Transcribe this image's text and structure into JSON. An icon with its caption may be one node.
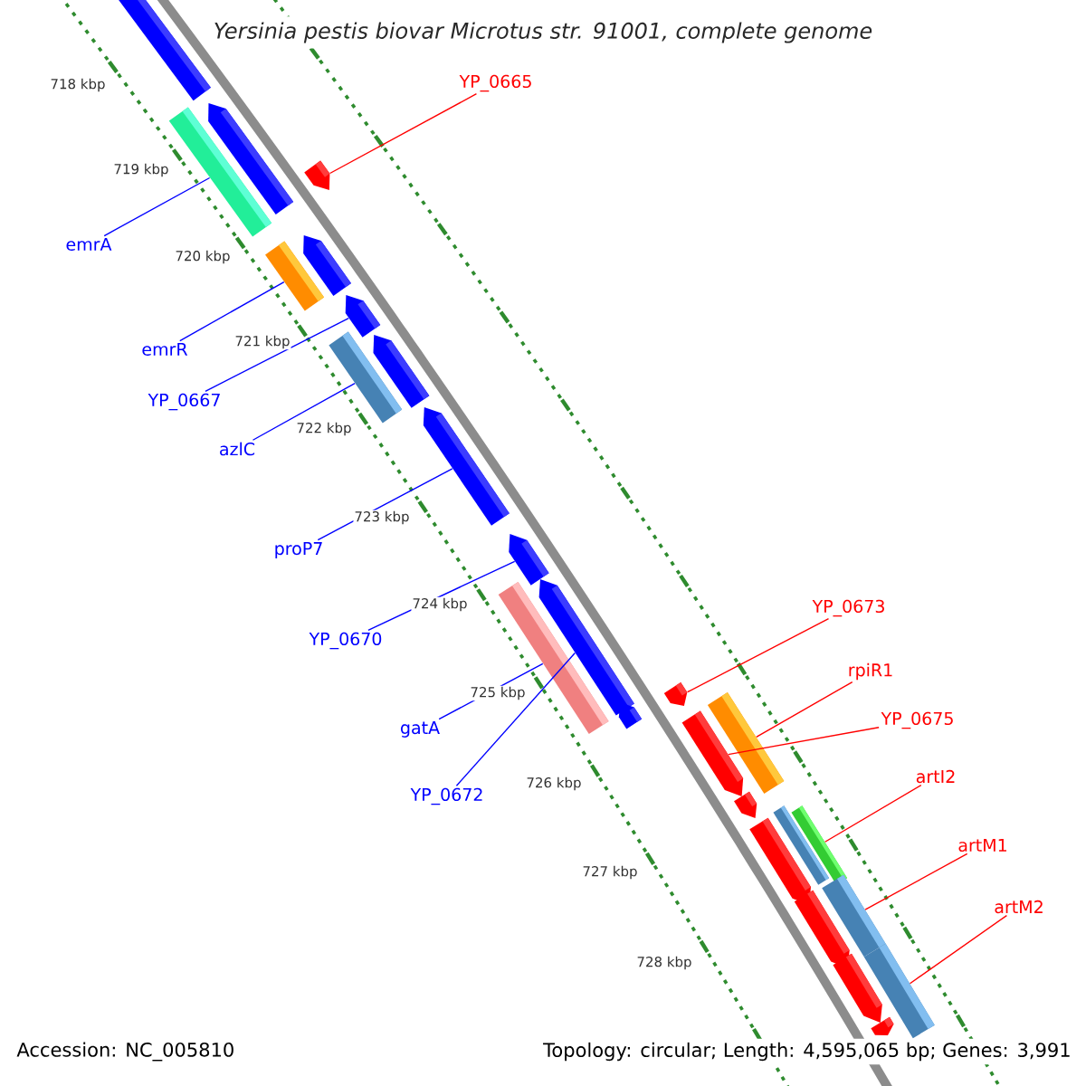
{
  "diagram": {
    "title": "Yersinia pestis biovar Microtus str. 91001, complete genome",
    "nodes": [
      {
        "text": [
          "YP_0665"
        ]
      },
      {
        "text": [
          "emrA"
        ]
      },
      {
        "text": [
          "emrR"
        ]
      },
      {
        "text": [
          "YP_0667"
        ]
      },
      {
        "text": [
          "azlC"
        ]
      },
      {
        "text": [
          "proP7"
        ]
      },
      {
        "text": [
          "YP_0670"
        ]
      },
      {
        "text": [
          "gatA"
        ]
      },
      {
        "text": [
          "YP_0672"
        ]
      },
      {
        "text": [
          "YP_0673"
        ]
      },
      {
        "text": [
          "rpiR1"
        ]
      },
      {
        "text": [
          "YP_0675"
        ]
      },
      {
        "text": [
          "artI2"
        ]
      },
      {
        "text": [
          "artM1"
        ]
      },
      {
        "text": [
          "artM2"
        ]
      },
      {
        "text": [],
        "shape": "arrow"
      },
      {
        "text": [],
        "shape": "arrow"
      },
      {
        "text": [],
        "shape": "bar"
      },
      {
        "text": [],
        "shape": "arrow"
      },
      {
        "text": [],
        "shape": "arrow"
      },
      {
        "text": [],
        "shape": "bar"
      },
      {
        "text": [],
        "shape": "arrow"
      },
      {
        "text": [],
        "shape": "arrow"
      },
      {
        "text": [],
        "shape": "bar"
      },
      {
        "text": [],
        "shape": "arrow"
      },
      {
        "text": [],
        "shape": "arrow"
      },
      {
        "text": [],
        "shape": "arrow"
      },
      {
        "text": [],
        "shape": "bar"
      },
      {
        "text": [],
        "shape": "arrow"
      },
      {
        "text": [],
        "shape": "bar"
      },
      {
        "text": [],
        "shape": "arrow"
      },
      {
        "text": [],
        "shape": "arrow"
      },
      {
        "text": [],
        "shape": "arrow"
      },
      {
        "text": [],
        "shape": "bar"
      },
      {
        "text": [],
        "shape": "bar"
      },
      {
        "text": [],
        "shape": "arrow"
      },
      {
        "text": [],
        "shape": "bar"
      },
      {
        "text": [],
        "shape": "arrow"
      },
      {
        "text": [],
        "shape": "bar"
      },
      {
        "text": [],
        "shape": "arrow"
      },
      {
        "text": [],
        "shape": "arrow"
      }
    ],
    "edges": [
      {
        "from": 0,
        "to": 18,
        "arrow": "none",
        "color": "#ff0000"
      },
      {
        "from": 1,
        "to": 17,
        "arrow": "none"
      },
      {
        "from": 2,
        "to": 20,
        "arrow": "none"
      },
      {
        "from": 3,
        "to": 21,
        "arrow": "none"
      },
      {
        "from": 4,
        "to": 23,
        "arrow": "none"
      },
      {
        "from": 5,
        "to": 24,
        "arrow": "none"
      },
      {
        "from": 6,
        "to": 25,
        "arrow": "none"
      },
      {
        "from": 7,
        "to": 27,
        "arrow": "none"
      },
      {
        "from": 8,
        "to": 26,
        "arrow": "none"
      },
      {
        "from": 9,
        "to": 28,
        "arrow": "none",
        "color": "#ff0000"
      },
      {
        "from": 10,
        "to": 29,
        "arrow": "none",
        "color": "#ff0000"
      },
      {
        "from": 11,
        "to": 31,
        "arrow": "none",
        "color": "#ff0000"
      },
      {
        "from": 12,
        "to": 34,
        "arrow": "none",
        "color": "#ff0000"
      },
      {
        "from": 13,
        "to": 36,
        "arrow": "none",
        "color": "#ff0000"
      },
      {
        "from": 14,
        "to": 38,
        "arrow": "none",
        "color": "#ff0000"
      }
    ],
    "labels": [
      "718 kbp",
      "719 kbp",
      "720 kbp",
      "721 kbp",
      "722 kbp",
      "723 kbp",
      "724 kbp",
      "725 kbp",
      "726 kbp",
      "727 kbp",
      "728 kbp",
      "Accession: NC_005810",
      "Topology: circular; Length: 4,595,065 bp; Genes: 3,991"
    ]
  }
}
